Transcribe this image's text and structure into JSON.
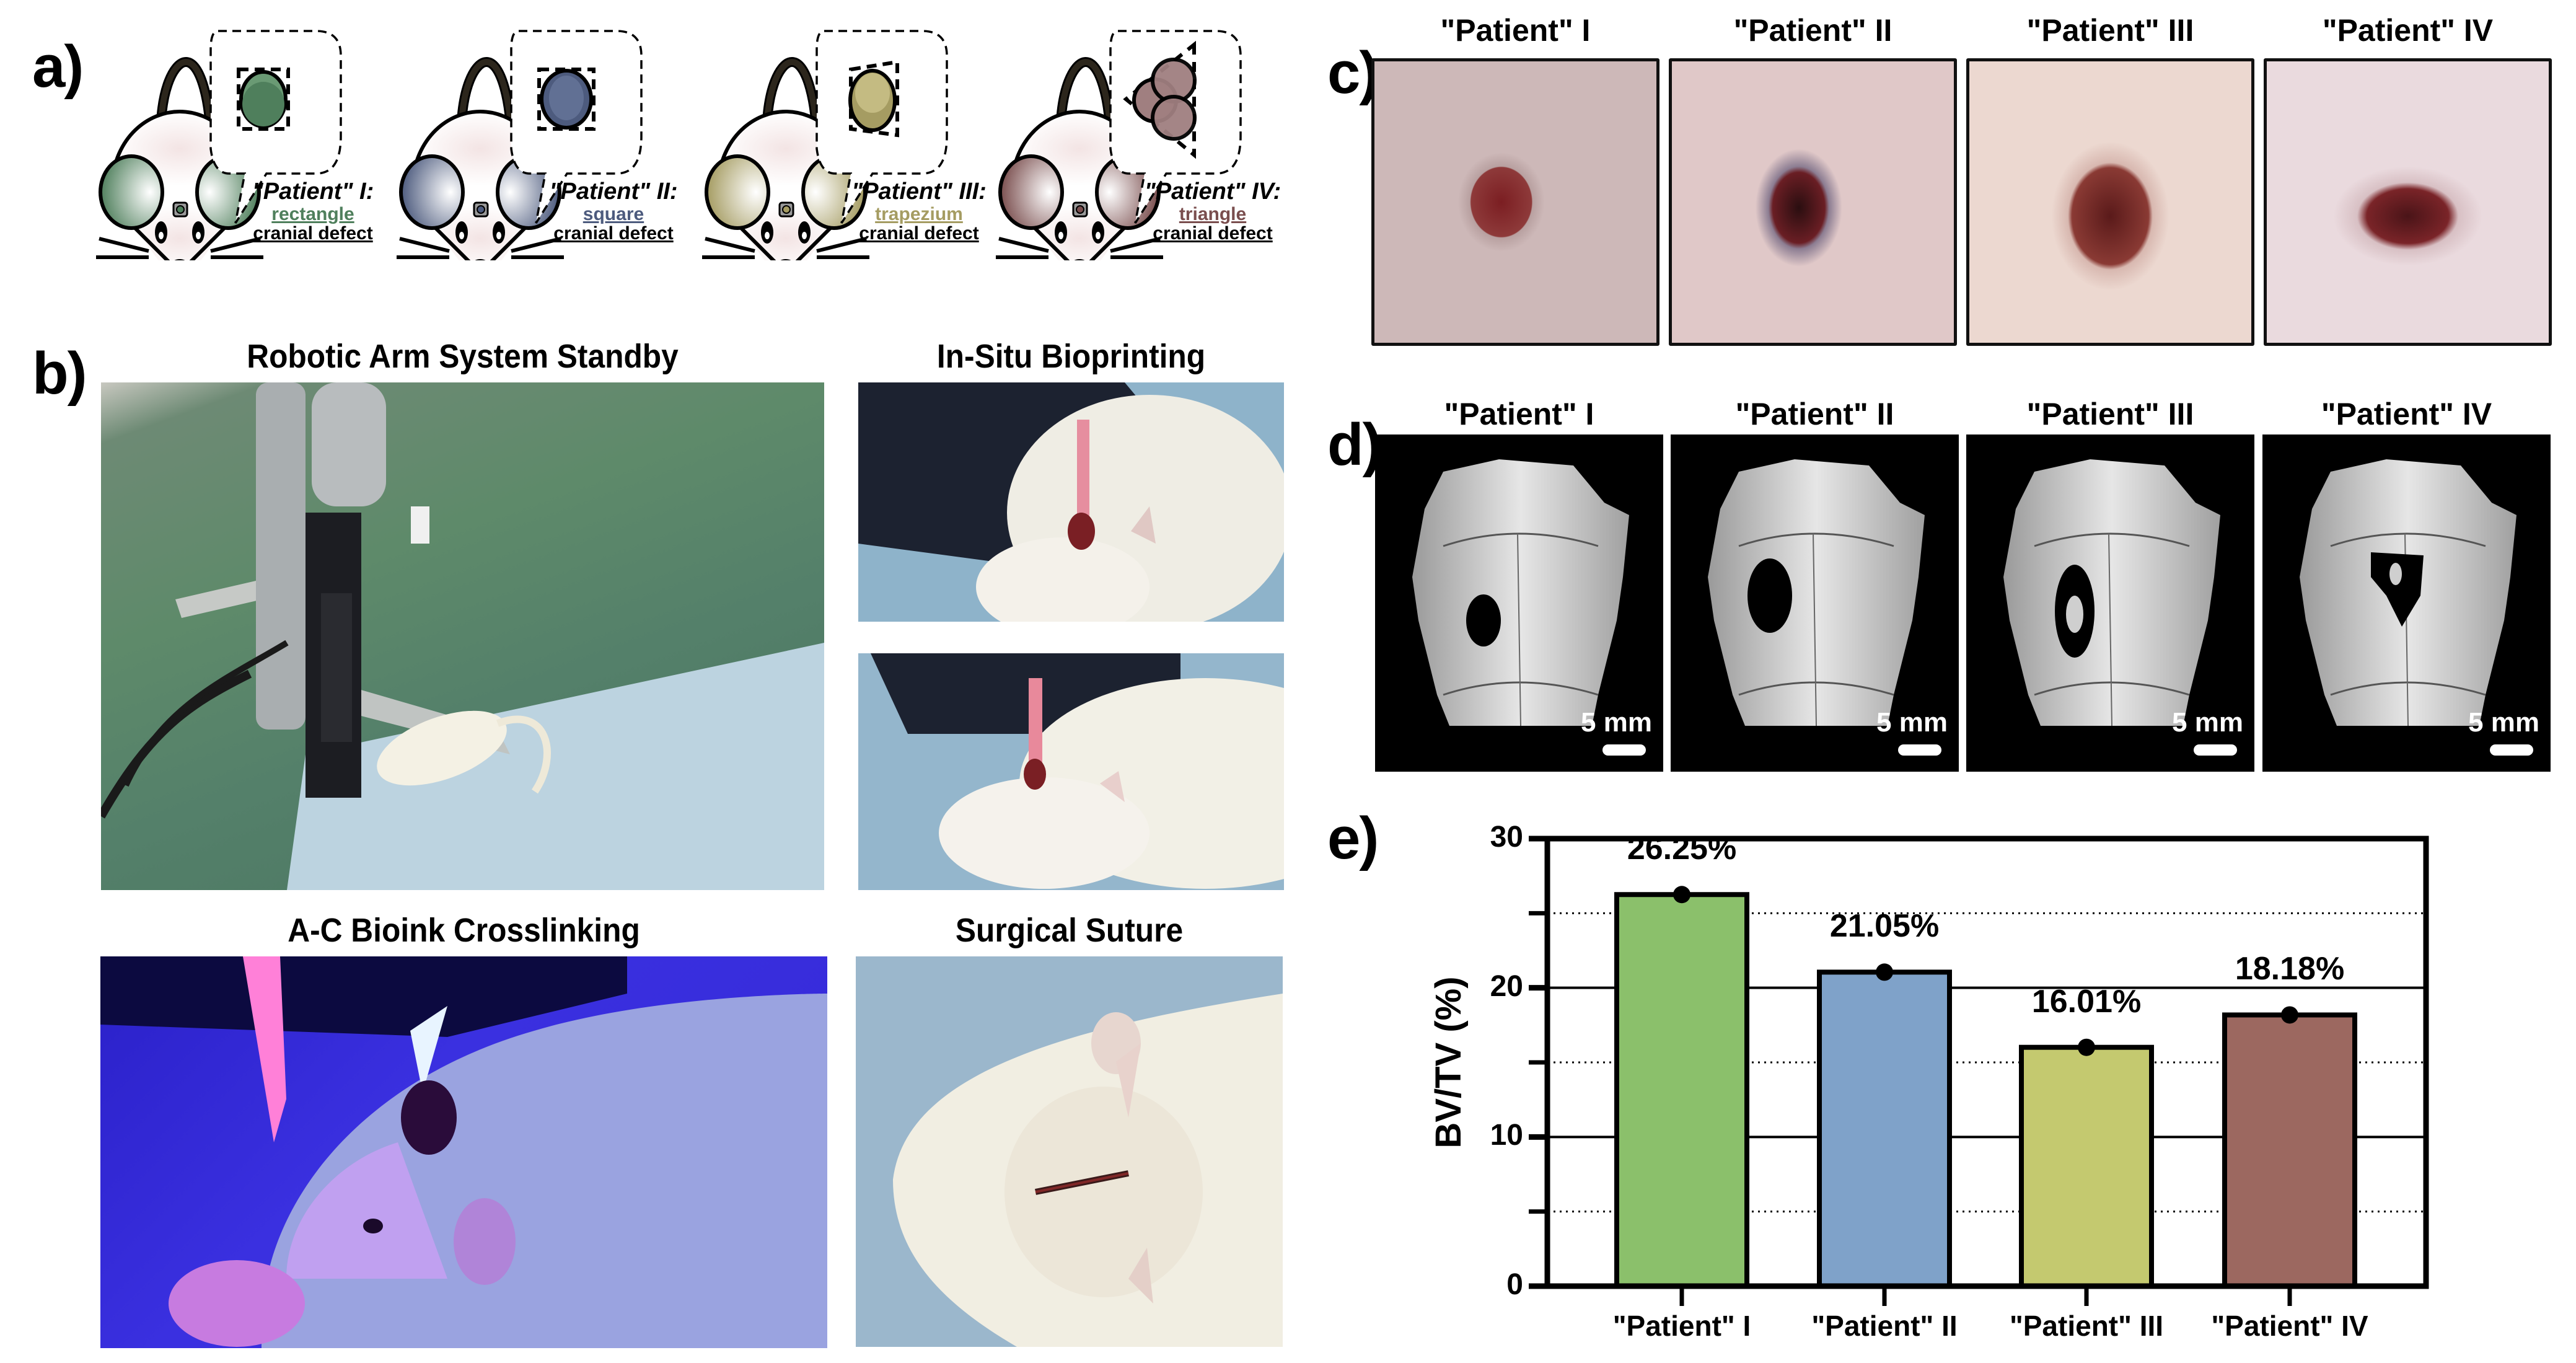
{
  "panels": {
    "a": {
      "label": "a)",
      "mice": [
        {
          "patient": "\"Patient\" I:",
          "shape": "rectangle",
          "suffix": "cranial defect",
          "color": "#4f7f5c",
          "light": "#6a9a74"
        },
        {
          "patient": "\"Patient\" II:",
          "shape": "square",
          "suffix": "cranial defect",
          "color": "#4d5b7e",
          "light": "#6f7fa3"
        },
        {
          "patient": "\"Patient\" III:",
          "shape": "trapezium",
          "suffix": "cranial defect",
          "color": "#a59c62",
          "light": "#c4bb82"
        },
        {
          "patient": "\"Patient\" IV:",
          "shape": "triangle",
          "suffix": "cranial defect",
          "color": "#7a4e4e",
          "light": "#a07f80"
        }
      ]
    },
    "b": {
      "label": "b)",
      "titles": {
        "standby": "Robotic Arm System Standby",
        "bioprinting": "In-Situ Bioprinting",
        "crosslinking": "A-C Bioink Crosslinking",
        "suture": "Surgical Suture"
      }
    },
    "c": {
      "label": "c)",
      "columns": [
        "\"Patient\" I",
        "\"Patient\" II",
        "\"Patient\" III",
        "\"Patient\" IV"
      ]
    },
    "d": {
      "label": "d)",
      "columns": [
        "\"Patient\" I",
        "\"Patient\" II",
        "\"Patient\" III",
        "\"Patient\" IV"
      ],
      "scale_bar": "5 mm"
    },
    "e": {
      "label": "e)"
    }
  },
  "chart_data": {
    "type": "bar",
    "title": "",
    "categories": [
      "\"Patient\" I",
      "\"Patient\" II",
      "\"Patient\" III",
      "\"Patient\" IV"
    ],
    "values": [
      26.25,
      21.05,
      16.01,
      18.18
    ],
    "value_labels": [
      "26.25%",
      "21.05%",
      "16.01%",
      "18.18%"
    ],
    "colors": [
      "#8bc06b",
      "#7fa2c9",
      "#c4c96f",
      "#9c6860"
    ],
    "xlabel": "",
    "ylabel": "BV/TV (%)",
    "ylim": [
      0,
      30
    ],
    "yticks": [
      "0",
      "10",
      "20",
      "30"
    ],
    "minor_gridlines": [
      5,
      15,
      25
    ],
    "major_gridlines": [
      10,
      20
    ],
    "grid": true,
    "legend": "none"
  }
}
